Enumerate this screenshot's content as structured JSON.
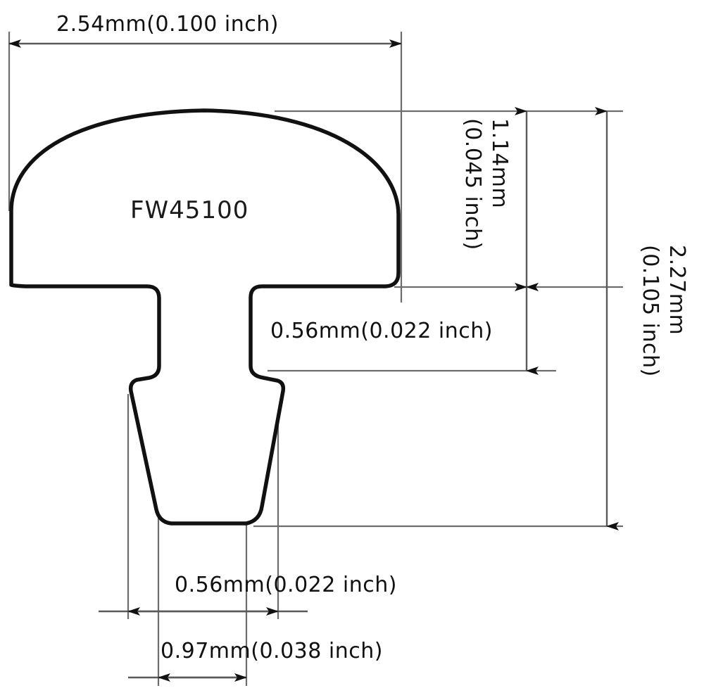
{
  "drawing": {
    "title": "FW45100 fret wire cross-section dimensional drawing",
    "part_label": "FW45100",
    "background_color": "#ffffff",
    "line_color": "#111111",
    "dimension_line_color": "#5a5a5a",
    "extension_line_color": "#6d6d6d"
  },
  "dimensions": {
    "crown_width": {
      "id": "crown-width",
      "text": "2.54mm(0.100 inch)",
      "mm": "2.54",
      "inch": "0.100",
      "orientation": "horizontal",
      "position": "top"
    },
    "crown_height": {
      "id": "crown-height",
      "text_line1": "1.14mm",
      "text_line2": "(0.045 inch)",
      "mm": "1.14",
      "inch": "0.045",
      "orientation": "vertical-rotated",
      "position": "right-inner"
    },
    "overall_height": {
      "id": "overall-height",
      "text_line1": "2.27mm",
      "text_line2": "(0.105 inch)",
      "mm": "2.27",
      "inch": "0.105",
      "orientation": "vertical-rotated",
      "position": "right-outer"
    },
    "tang_height": {
      "id": "tang-height",
      "text": "0.56mm(0.022 inch)",
      "mm": "0.56",
      "inch": "0.022",
      "orientation": "horizontal",
      "position": "middle"
    },
    "tang_width": {
      "id": "tang-width",
      "text": "0.56mm(0.022 inch)",
      "mm": "0.56",
      "inch": "0.022",
      "orientation": "horizontal",
      "position": "bottom-upper"
    },
    "barb_width": {
      "id": "barb-width",
      "text": "0.97mm(0.038 inch)",
      "mm": "0.97",
      "inch": "0.038",
      "orientation": "horizontal",
      "position": "bottom-lower"
    }
  }
}
